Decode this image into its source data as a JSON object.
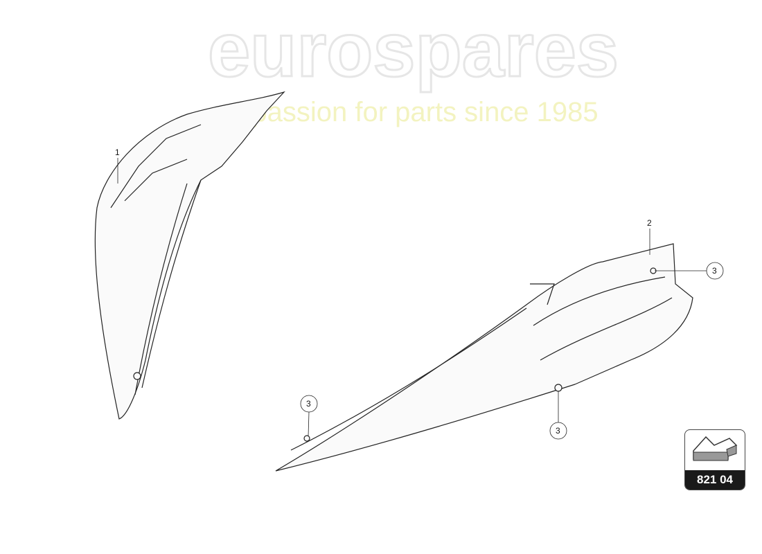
{
  "watermark": {
    "brand": "eurospares",
    "tagline": "a passion for parts since 1985"
  },
  "callouts": [
    {
      "label": "1"
    },
    {
      "label": "2"
    },
    {
      "label": "3"
    },
    {
      "label": "3"
    },
    {
      "label": "3"
    }
  ],
  "badge": {
    "code": "821 04",
    "icon": "direction-arrow-icon"
  }
}
